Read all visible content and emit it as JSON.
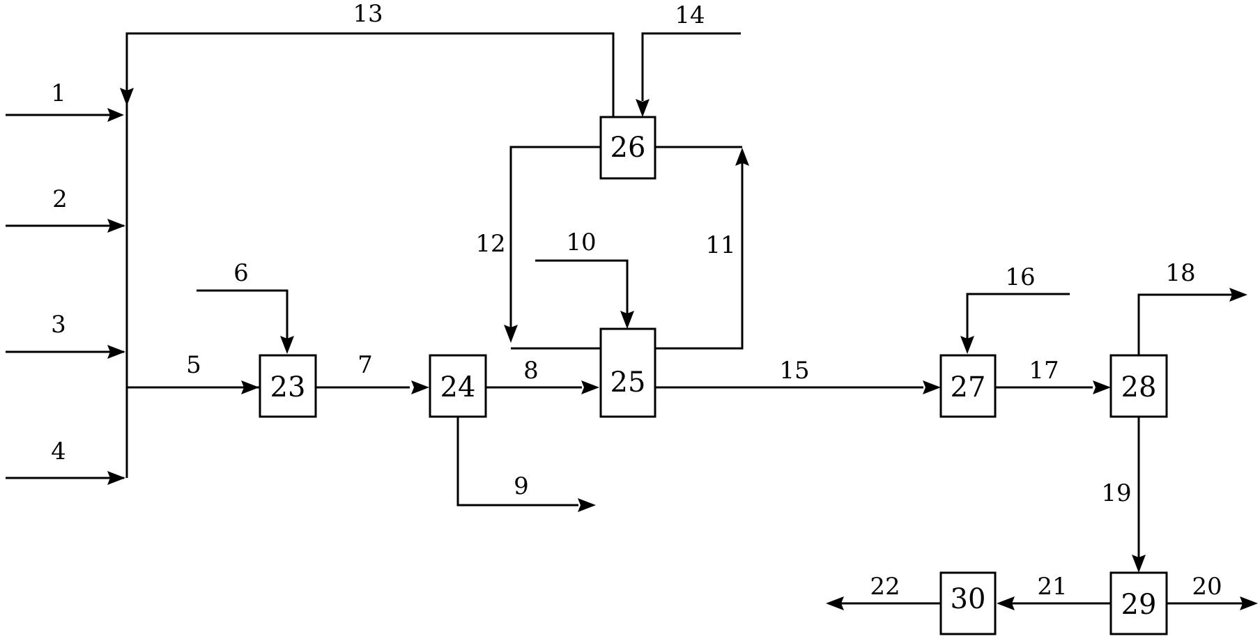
{
  "units": [
    {
      "id": "u23",
      "label": "23"
    },
    {
      "id": "u24",
      "label": "24"
    },
    {
      "id": "u25",
      "label": "25"
    },
    {
      "id": "u26",
      "label": "26"
    },
    {
      "id": "u27",
      "label": "27"
    },
    {
      "id": "u28",
      "label": "28"
    },
    {
      "id": "u29",
      "label": "29"
    },
    {
      "id": "u30",
      "label": "30"
    }
  ],
  "streams": [
    {
      "id": "s1",
      "label": "1"
    },
    {
      "id": "s2",
      "label": "2"
    },
    {
      "id": "s3",
      "label": "3"
    },
    {
      "id": "s4",
      "label": "4"
    },
    {
      "id": "s5",
      "label": "5"
    },
    {
      "id": "s6",
      "label": "6"
    },
    {
      "id": "s7",
      "label": "7"
    },
    {
      "id": "s8",
      "label": "8"
    },
    {
      "id": "s9",
      "label": "9"
    },
    {
      "id": "s10",
      "label": "10"
    },
    {
      "id": "s11",
      "label": "11"
    },
    {
      "id": "s12",
      "label": "12"
    },
    {
      "id": "s13",
      "label": "13"
    },
    {
      "id": "s14",
      "label": "14"
    },
    {
      "id": "s15",
      "label": "15"
    },
    {
      "id": "s16",
      "label": "16"
    },
    {
      "id": "s17",
      "label": "17"
    },
    {
      "id": "s18",
      "label": "18"
    },
    {
      "id": "s19",
      "label": "19"
    },
    {
      "id": "s20",
      "label": "20"
    },
    {
      "id": "s21",
      "label": "21"
    },
    {
      "id": "s22",
      "label": "22"
    }
  ]
}
